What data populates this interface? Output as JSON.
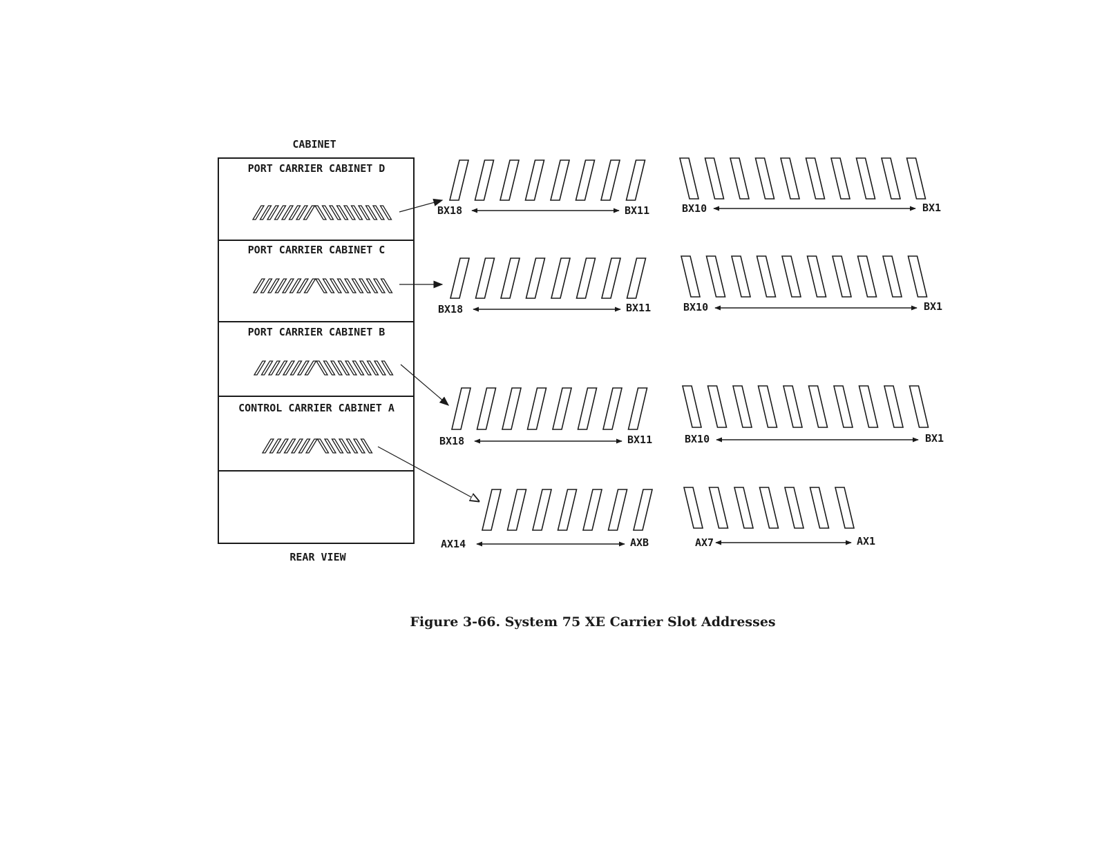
{
  "figure": {
    "caption": "Figure 3-66. System 75 XE Carrier Slot Addresses",
    "cabinet_heading": "CABINET",
    "footer_label": "REAR VIEW",
    "carriers": [
      {
        "name": "PORT CARRIER CABINET D",
        "left_group": {
          "start": "BX18",
          "end": "BX11",
          "slots": 8
        },
        "right_group": {
          "start": "BX10",
          "end": "BX1",
          "slots": 10
        }
      },
      {
        "name": "PORT CARRIER CABINET C",
        "left_group": {
          "start": "BX18",
          "end": "BX11",
          "slots": 8
        },
        "right_group": {
          "start": "BX10",
          "end": "BX1",
          "slots": 10
        }
      },
      {
        "name": "PORT CARRIER CABINET B",
        "left_group": {
          "start": "BX18",
          "end": "BX11",
          "slots": 8
        },
        "right_group": {
          "start": "BX10",
          "end": "BX1",
          "slots": 10
        }
      },
      {
        "name": "CONTROL CARRIER CABINET A",
        "left_group": {
          "start": "AX14",
          "end": "AXB",
          "slots": 7
        },
        "right_group": {
          "start": "AX7",
          "end": "AX1",
          "slots": 7
        }
      }
    ]
  }
}
